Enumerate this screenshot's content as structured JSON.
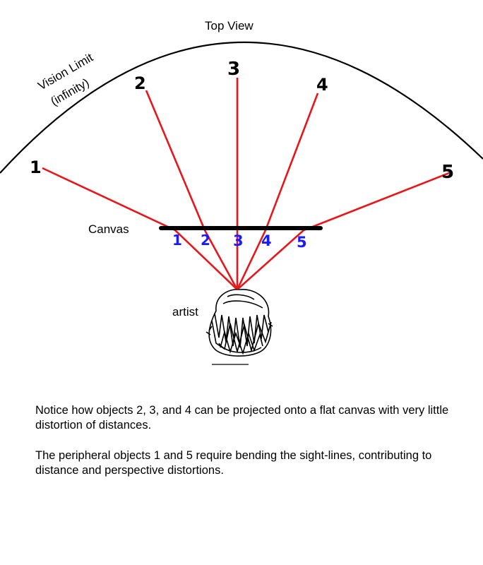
{
  "title": "Top View",
  "vision_limit": {
    "line1": "Vision Limit",
    "line2": "(infinity)"
  },
  "canvas_label": "Canvas",
  "artist_label": "artist",
  "objects": [
    "1",
    "2",
    "3",
    "4",
    "5"
  ],
  "canvas_marks": [
    "1",
    "2",
    "3",
    "4",
    "5"
  ],
  "colors": {
    "sight_line": "#e8161b",
    "canvas_mark": "#1a1aff",
    "ink": "#000000"
  },
  "notes": {
    "paragraph1": "Notice how objects 2, 3, and 4 can be projected onto a flat canvas with very little distortion of distances.",
    "paragraph2": "The peripheral objects 1 and 5 require bending the sight-lines, contributing to distance and perspective distortions."
  }
}
